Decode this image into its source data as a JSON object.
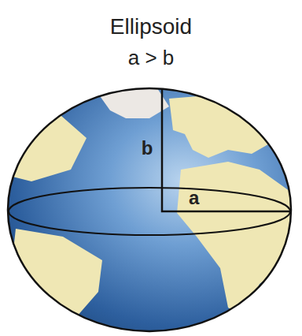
{
  "diagram": {
    "title": "Ellipsoid",
    "labels": [
      "a > b",
      "b",
      "a"
    ]
  }
}
